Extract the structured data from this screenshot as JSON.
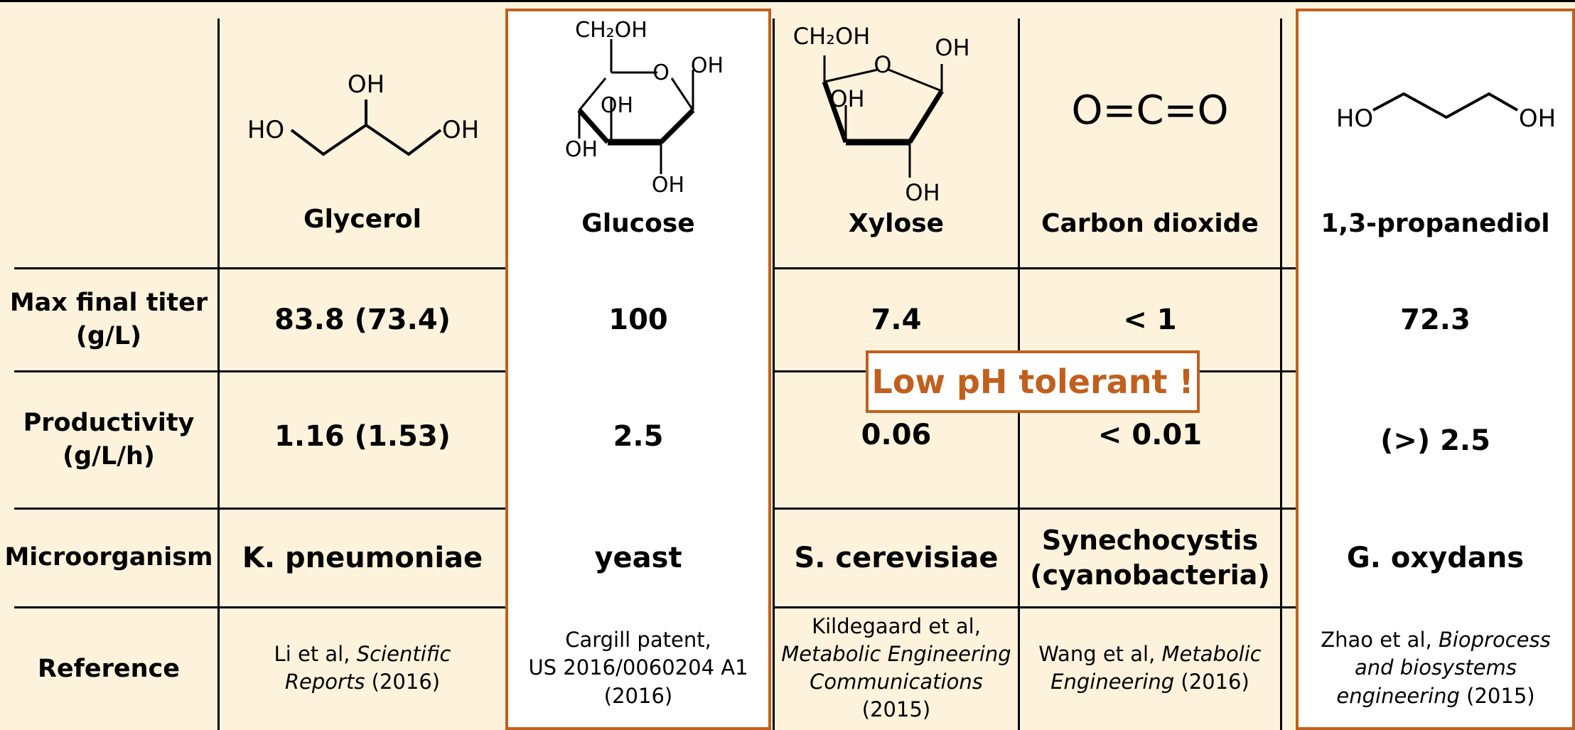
{
  "compounds": [
    {
      "name": "Glycerol",
      "formula_labels": [
        "OH",
        "HO",
        "OH"
      ]
    },
    {
      "name": "Glucose",
      "formula_labels": [
        "CH₂OH",
        "O",
        "OH",
        "OH",
        "OH",
        "OH"
      ]
    },
    {
      "name": "Xylose",
      "formula_labels": [
        "CH₂OH",
        "O",
        "OH",
        "OH",
        "OH"
      ]
    },
    {
      "name": "Carbon dioxide",
      "formula_labels": [
        "O=C=O"
      ]
    },
    {
      "name": "1,3-propanediol",
      "formula_labels": [
        "HO",
        "OH"
      ]
    }
  ],
  "row_labels": {
    "titer": [
      "Max final titer",
      "(g/L)"
    ],
    "productivity": [
      "Productivity",
      "(g/L/h)"
    ],
    "microorganism": "Microorganism",
    "reference": "Reference"
  },
  "titer": [
    "83.8 (73.4)",
    "100",
    "7.4",
    "< 1",
    "72.3"
  ],
  "productivity": [
    "1.16 (1.53)",
    "2.5",
    "0.06",
    "< 0.01",
    "(>) 2.5"
  ],
  "microorganism": [
    "K. pneumoniae",
    "yeast",
    "S. cerevisiae",
    [
      "Synechocystis",
      "(cyanobacteria)"
    ],
    "G. oxydans"
  ],
  "references": [
    {
      "pre": "Li et al, ",
      "journal": "Scientific Reports",
      "post": " (2016)"
    },
    {
      "lines": [
        "Cargill patent,",
        "US 2016/0060204 A1",
        "(2016)"
      ]
    },
    {
      "pre": "Kildegaard et al, ",
      "journal": "Metabolic Engineering Communications",
      "post": " (2015)"
    },
    {
      "pre": "Wang et al, ",
      "journal": "Metabolic Engineering",
      "post": " (2016)"
    },
    {
      "pre": "Zhao et al, ",
      "journal": "Bioprocess and biosystems engineering",
      "post": " (2015)"
    }
  ],
  "callout": "Low pH tolerant !",
  "colors": {
    "background": "#fdf3dc",
    "highlight": "#c1601e",
    "highlight_fill": "#ffffff"
  }
}
